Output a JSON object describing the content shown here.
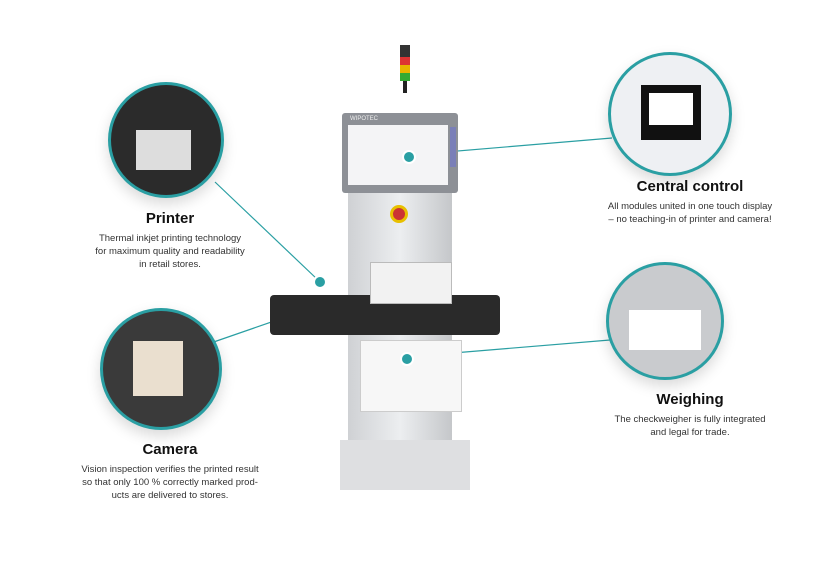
{
  "machine": {
    "brand_label": "WIPOTEC"
  },
  "callouts": [
    {
      "id": "printer",
      "title": "Printer",
      "lines": [
        "Thermal inkjet printing technology",
        "for maximum quality and readability",
        "in retail stores."
      ]
    },
    {
      "id": "central",
      "title": "Central control",
      "lines": [
        "All modules united in one touch display",
        "– no teaching-in of printer and camera!"
      ]
    },
    {
      "id": "camera",
      "title": "Camera",
      "lines": [
        "Vision inspection verifies the printed result",
        "so that only 100 % correctly marked prod-",
        "ucts are delivered to stores."
      ]
    },
    {
      "id": "weighing",
      "title": "Weighing",
      "lines": [
        "The checkweigher is fully integrated",
        "and legal for trade."
      ]
    }
  ],
  "colors": {
    "accent": "#2a9fa3"
  }
}
